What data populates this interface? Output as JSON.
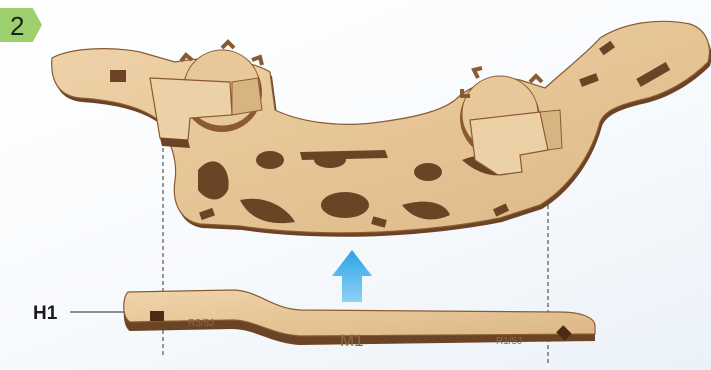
{
  "step": {
    "number": "2"
  },
  "parts": {
    "part_label": "H1",
    "strip_center_text": "M1",
    "strip_left_mark": "R5/5J",
    "strip_right_mark": "R1/5J"
  },
  "colors": {
    "wood_face": "#e9cba0",
    "wood_edge": "#6b4425",
    "arrow": "#4ab5e8",
    "step_badge": "#9fd06e"
  }
}
